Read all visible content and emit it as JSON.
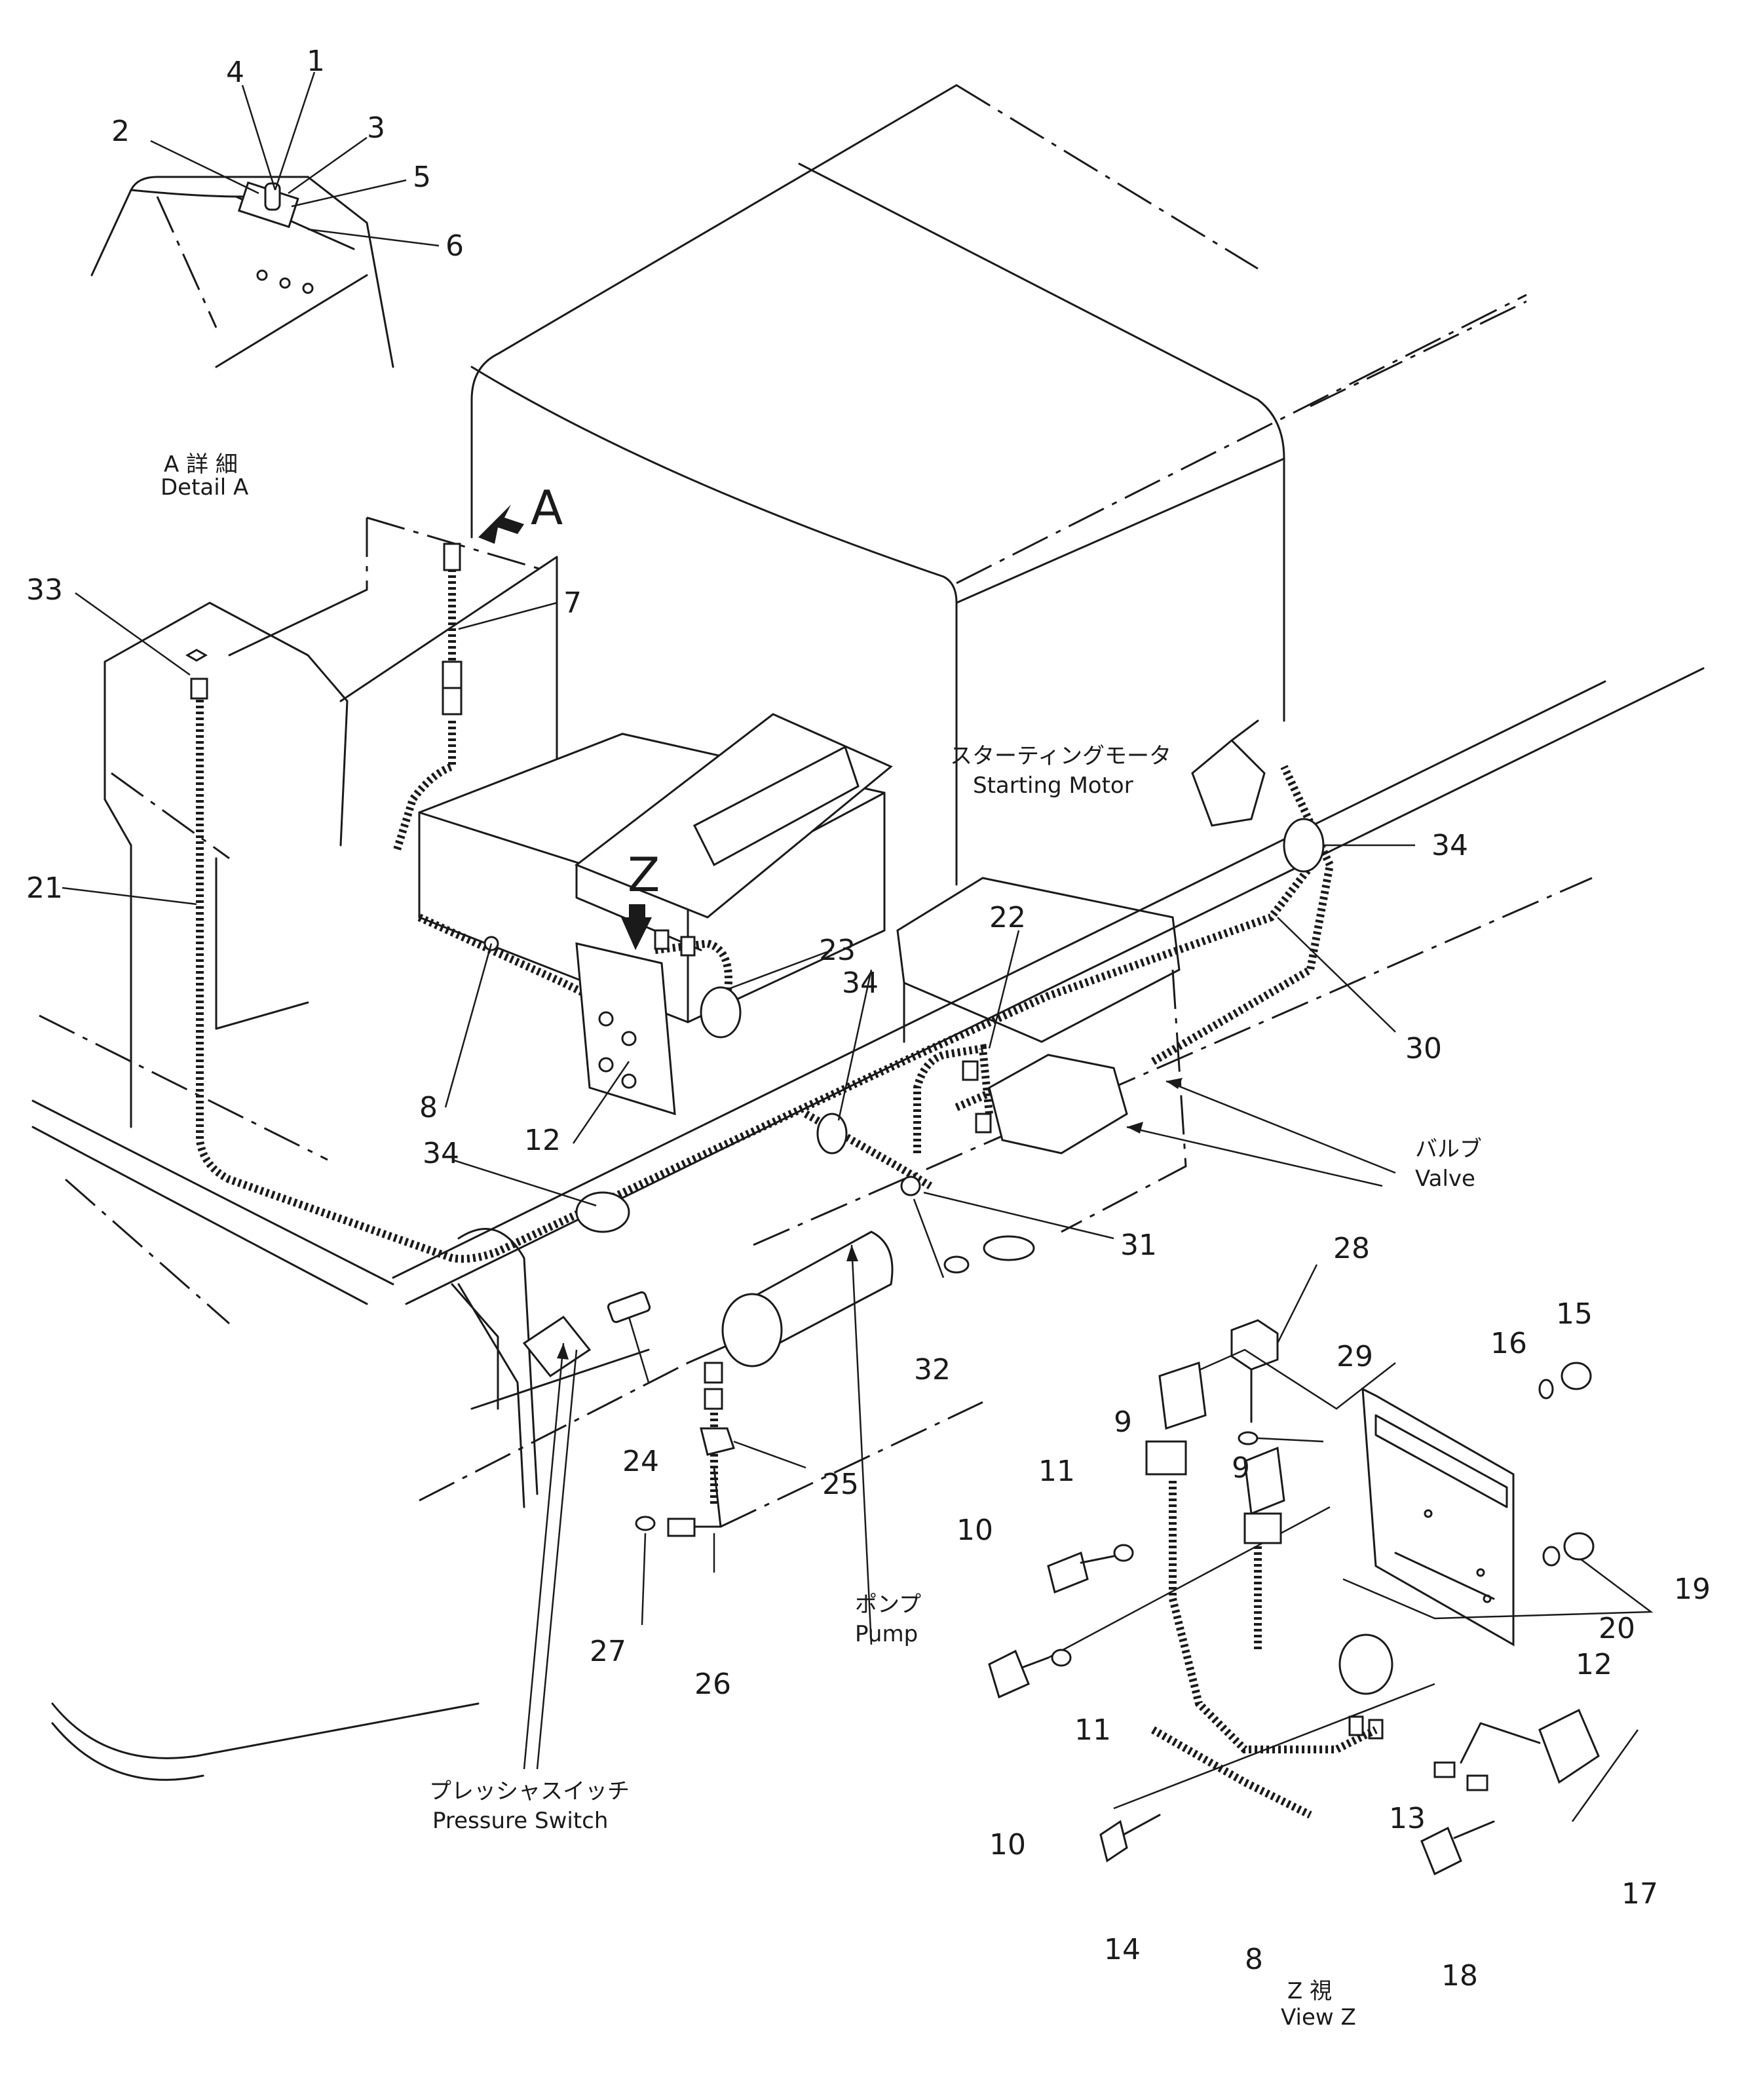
{
  "callouts": [
    {
      "id": "1",
      "label": "1"
    },
    {
      "id": "2",
      "label": "2"
    },
    {
      "id": "3",
      "label": "3"
    },
    {
      "id": "4",
      "label": "4"
    },
    {
      "id": "5",
      "label": "5"
    },
    {
      "id": "6",
      "label": "6"
    },
    {
      "id": "7",
      "label": "7"
    },
    {
      "id": "8a",
      "label": "8"
    },
    {
      "id": "8b",
      "label": "8"
    },
    {
      "id": "9a",
      "label": "9"
    },
    {
      "id": "9b",
      "label": "9"
    },
    {
      "id": "10a",
      "label": "10"
    },
    {
      "id": "10b",
      "label": "10"
    },
    {
      "id": "11a",
      "label": "11"
    },
    {
      "id": "11b",
      "label": "11"
    },
    {
      "id": "12a",
      "label": "12"
    },
    {
      "id": "12b",
      "label": "12"
    },
    {
      "id": "13",
      "label": "13"
    },
    {
      "id": "14",
      "label": "14"
    },
    {
      "id": "15",
      "label": "15"
    },
    {
      "id": "16",
      "label": "16"
    },
    {
      "id": "17",
      "label": "17"
    },
    {
      "id": "18",
      "label": "18"
    },
    {
      "id": "19",
      "label": "19"
    },
    {
      "id": "20",
      "label": "20"
    },
    {
      "id": "21",
      "label": "21"
    },
    {
      "id": "22",
      "label": "22"
    },
    {
      "id": "23",
      "label": "23"
    },
    {
      "id": "24",
      "label": "24"
    },
    {
      "id": "25",
      "label": "25"
    },
    {
      "id": "26",
      "label": "26"
    },
    {
      "id": "27",
      "label": "27"
    },
    {
      "id": "28",
      "label": "28"
    },
    {
      "id": "29",
      "label": "29"
    },
    {
      "id": "30",
      "label": "30"
    },
    {
      "id": "31",
      "label": "31"
    },
    {
      "id": "32",
      "label": "32"
    },
    {
      "id": "33",
      "label": "33"
    },
    {
      "id": "34a",
      "label": "34"
    },
    {
      "id": "34b",
      "label": "34"
    },
    {
      "id": "34c",
      "label": "34"
    }
  ],
  "captions": {
    "detail_a_jp": "A 詳 細",
    "detail_a_en": "Detail  A",
    "arrow_a": "A",
    "arrow_z": "Z",
    "starting_motor_jp": "スターティングモータ",
    "starting_motor_en": "Starting Motor",
    "valve_jp": "バルブ",
    "valve_en": "Valve",
    "pump_jp": "ポンプ",
    "pump_en": "Pump",
    "pressure_switch_jp": "プレッシャスイッチ",
    "pressure_switch_en": "Pressure Switch",
    "view_z_jp": "Z    視",
    "view_z_en": "View  Z"
  }
}
